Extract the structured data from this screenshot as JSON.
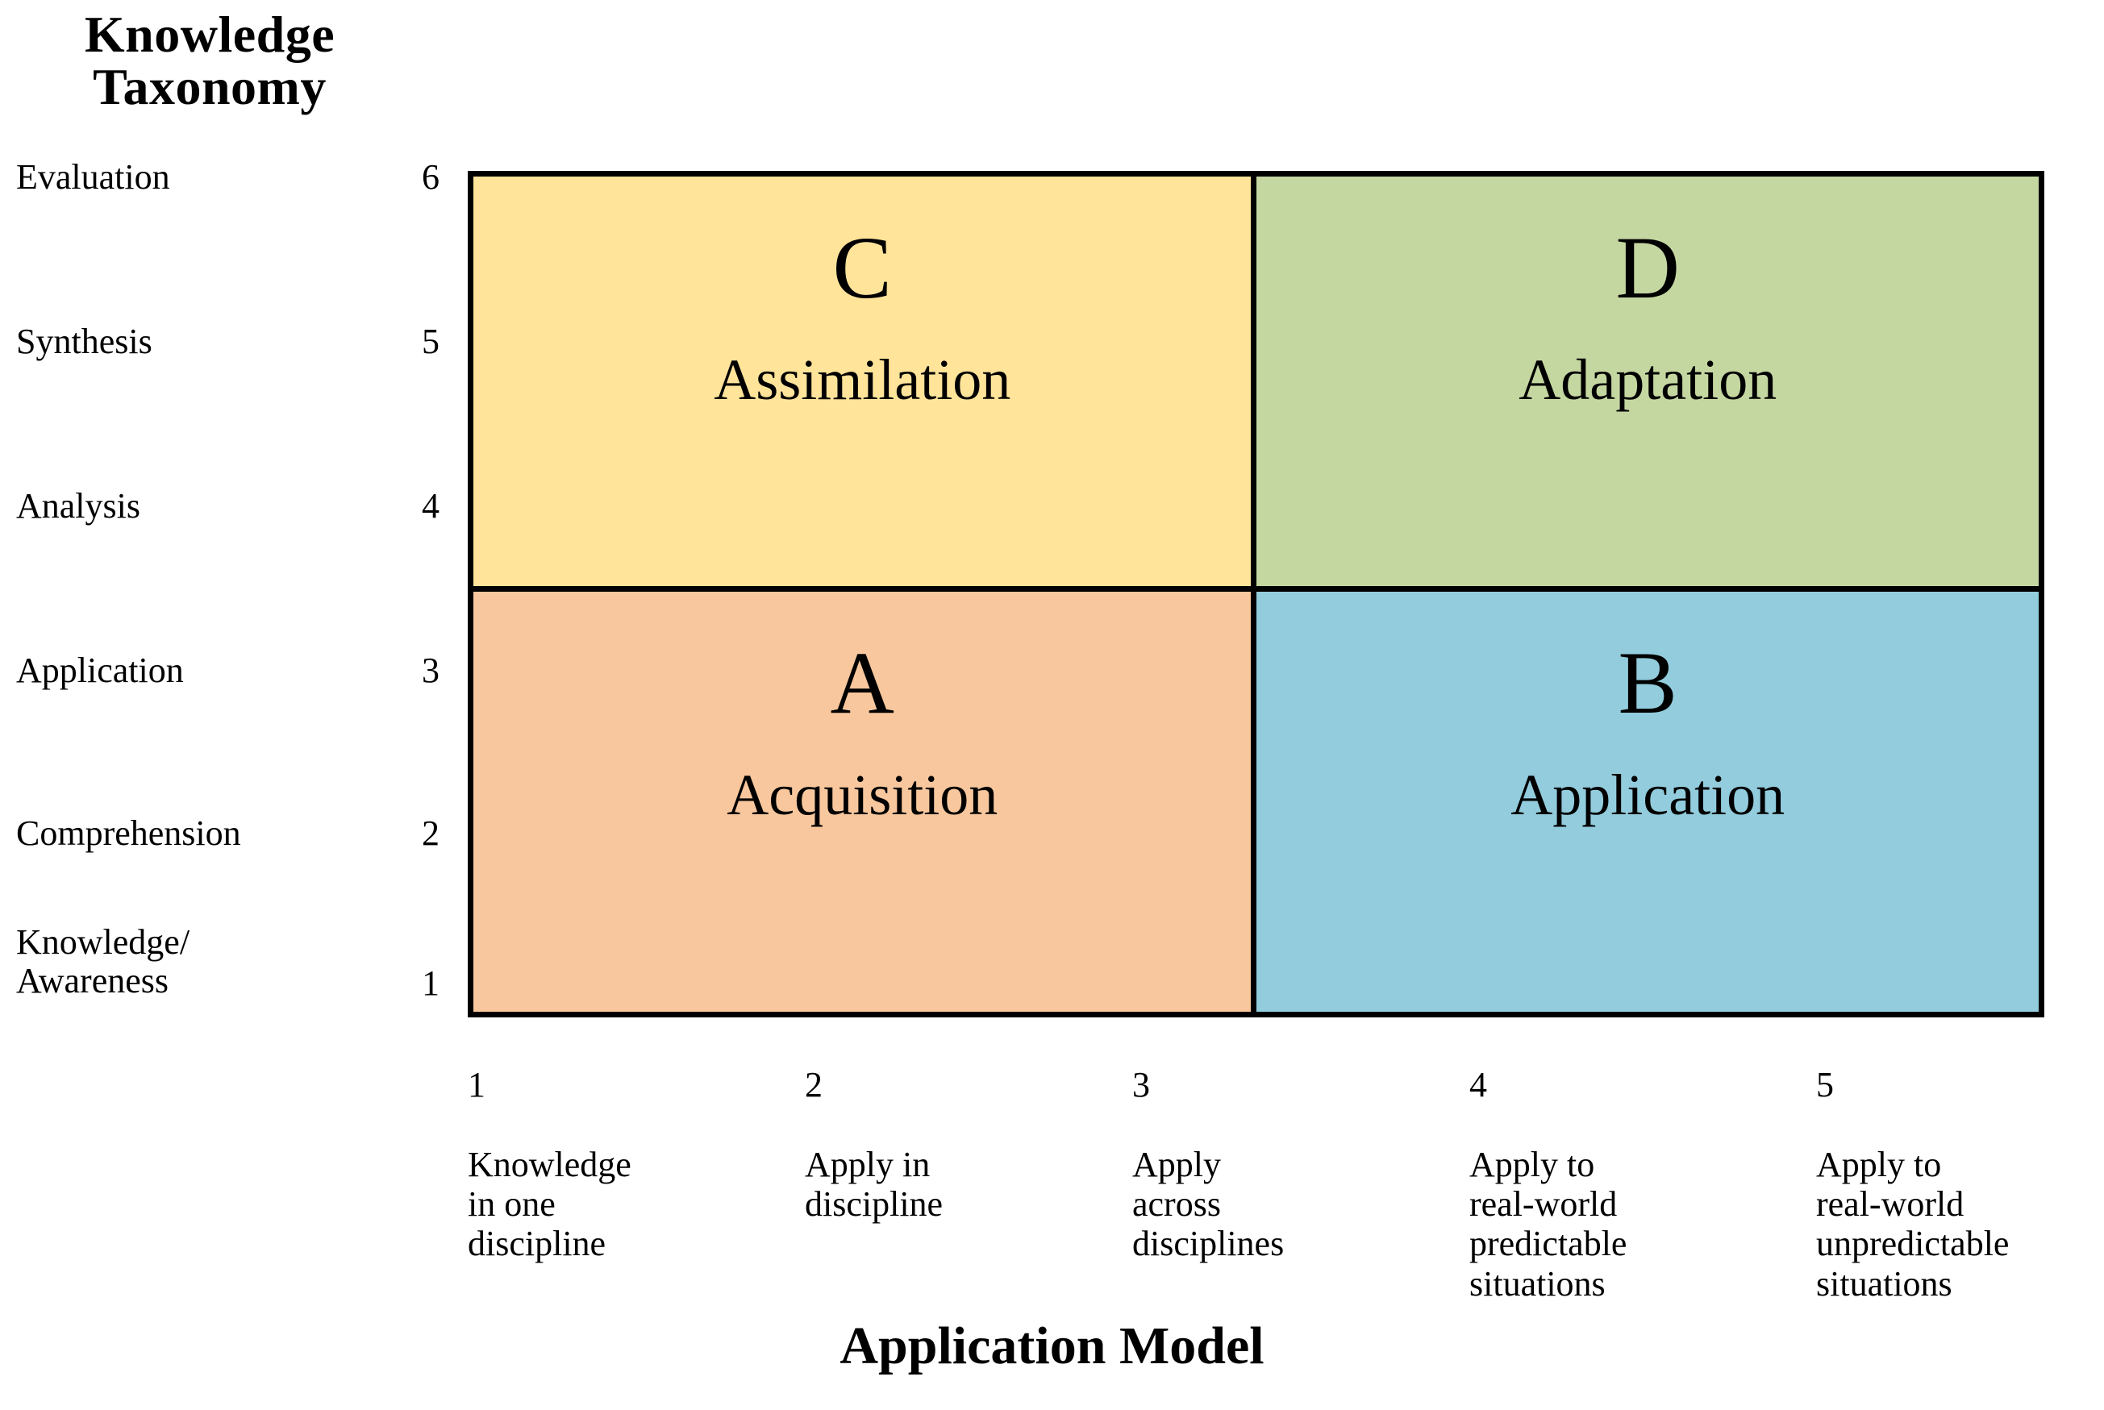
{
  "axes": {
    "y_title": "Knowledge Taxonomy",
    "y_title_line1": "Knowledge",
    "y_title_line2": "Taxonomy",
    "x_title": "Application Model"
  },
  "y_levels": [
    {
      "num": "6",
      "label": "Evaluation"
    },
    {
      "num": "5",
      "label": "Synthesis"
    },
    {
      "num": "4",
      "label": "Analysis"
    },
    {
      "num": "3",
      "label": "Application"
    },
    {
      "num": "2",
      "label": "Comprehension"
    },
    {
      "num": "1",
      "label": "Knowledge/\nAwareness"
    }
  ],
  "x_levels": [
    {
      "num": "1",
      "label": "Knowledge\nin one\ndiscipline"
    },
    {
      "num": "2",
      "label": "Apply in\ndiscipline"
    },
    {
      "num": "3",
      "label": "Apply\nacross\ndisciplines"
    },
    {
      "num": "4",
      "label": "Apply to\nreal-world\npredictable\nsituations"
    },
    {
      "num": "5",
      "label": "Apply to\nreal-world\nunpredictable\nsituations"
    }
  ],
  "quadrants": {
    "c": {
      "letter": "C",
      "name": "Assimilation",
      "color": "#ffe49a"
    },
    "d": {
      "letter": "D",
      "name": "Adaptation",
      "color": "#c5d7a1"
    },
    "a": {
      "letter": "A",
      "name": "Acquisition",
      "color": "#f8c79d"
    },
    "b": {
      "letter": "B",
      "name": "Application",
      "color": "#92ccdd"
    }
  },
  "chart_data": {
    "type": "table",
    "title": "Knowledge Taxonomy vs Application Model matrix",
    "xlabel": "Application Model",
    "ylabel": "Knowledge Taxonomy",
    "xlim": [
      1,
      5
    ],
    "ylim": [
      1,
      6
    ],
    "grid": false,
    "legend": "none",
    "x_tick_values": [
      1,
      2,
      3,
      4,
      5
    ],
    "x_tick_labels": [
      "1 Knowledge in one discipline",
      "2 Apply in discipline",
      "3 Apply across disciplines",
      "4 Apply to real-world predictable situations",
      "5 Apply to real-world unpredictable situations"
    ],
    "y_tick_values": [
      1,
      2,
      3,
      4,
      5,
      6
    ],
    "y_tick_labels": [
      "1 Knowledge/Awareness",
      "2 Comprehension",
      "3 Application",
      "4 Analysis",
      "5 Synthesis",
      "6 Evaluation"
    ],
    "cells": [
      {
        "id": "C",
        "name": "Assimilation",
        "x_range": [
          1,
          3.35
        ],
        "y_range": [
          3.65,
          6
        ],
        "color": "#ffe49a"
      },
      {
        "id": "D",
        "name": "Adaptation",
        "x_range": [
          3.35,
          5.6
        ],
        "y_range": [
          3.65,
          6
        ],
        "color": "#c5d7a1"
      },
      {
        "id": "A",
        "name": "Acquisition",
        "x_range": [
          1,
          3.35
        ],
        "y_range": [
          1,
          3.65
        ],
        "color": "#f8c79d"
      },
      {
        "id": "B",
        "name": "Application",
        "x_range": [
          3.35,
          5.6
        ],
        "y_range": [
          1,
          3.65
        ],
        "color": "#92ccdd"
      }
    ]
  }
}
